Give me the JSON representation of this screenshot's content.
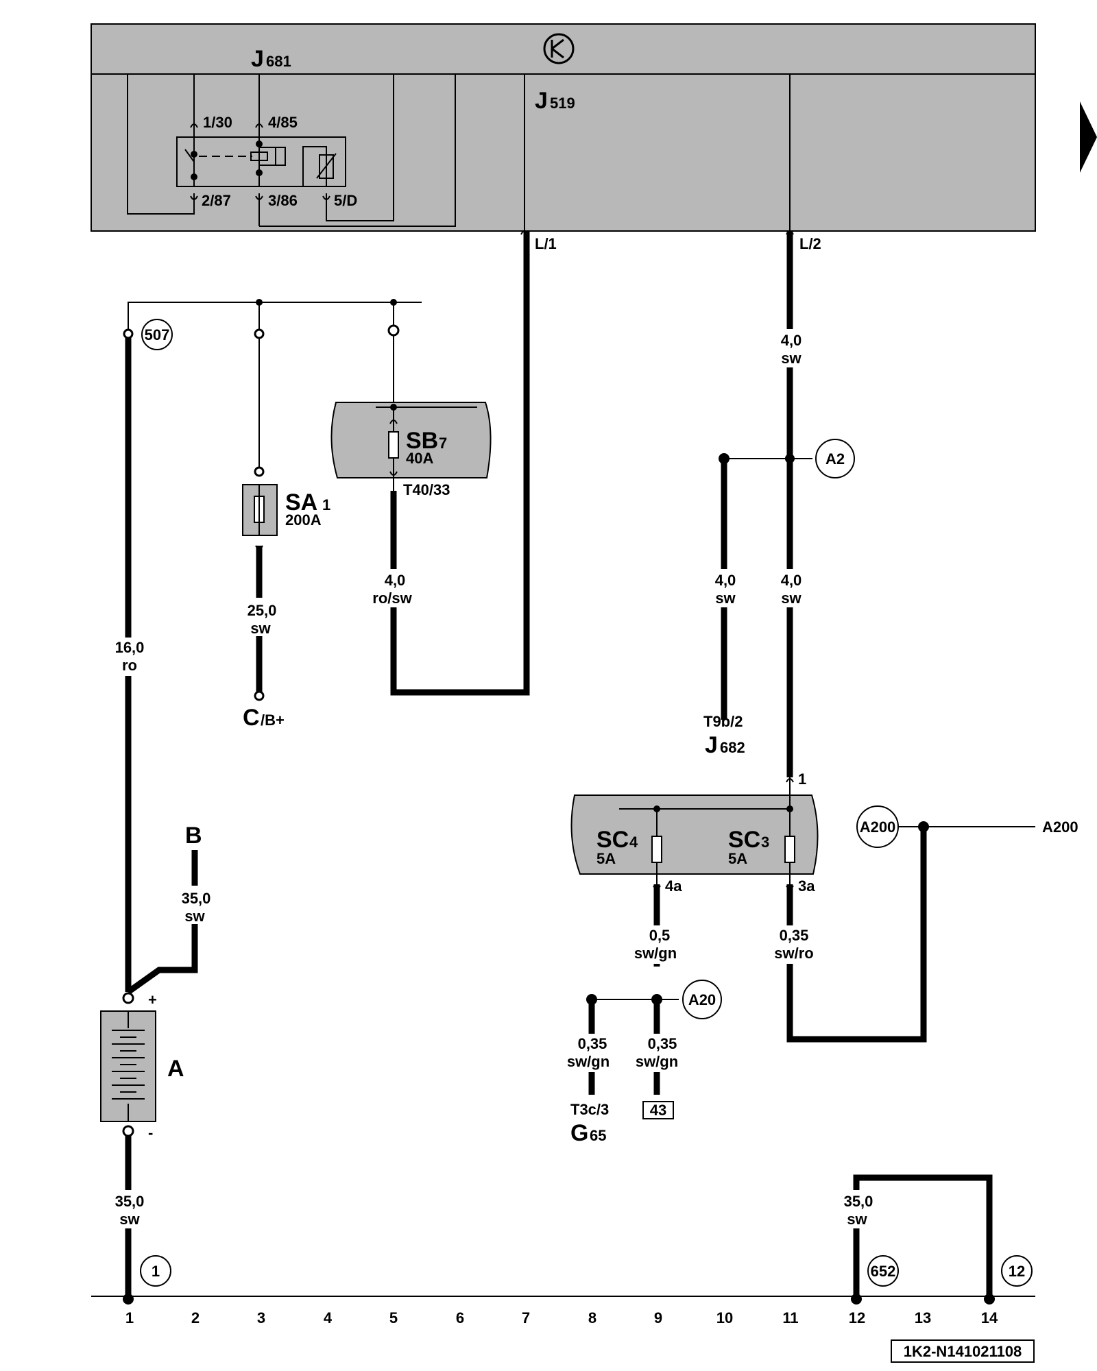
{
  "components": {
    "relay": {
      "name": "J",
      "sub": "681"
    },
    "controller": {
      "name": "J",
      "sub": "519"
    },
    "relay_pins": [
      "1/30",
      "4/85",
      "2/87",
      "3/86",
      "5/D"
    ],
    "controller_pins": [
      "L/1",
      "L/2"
    ],
    "fuse_sb": {
      "name": "SB",
      "sub": "7",
      "rating": "40A",
      "pin": "T40/33"
    },
    "fuse_sa": {
      "name": "SA",
      "sub": "1",
      "rating": "200A"
    },
    "fuse_sc4": {
      "name": "SC",
      "sub": "4",
      "rating": "5A",
      "pin": "4a"
    },
    "fuse_sc3": {
      "name": "SC",
      "sub": "3",
      "rating": "5A",
      "pin": "3a"
    },
    "sc_feed_pin": "1",
    "battery": {
      "name": "A",
      "plus": "+",
      "minus": "-"
    },
    "starter_b": {
      "name": "B"
    },
    "alternator": {
      "name": "C",
      "sub": "/B+"
    },
    "j682": {
      "connector": "T9b/2",
      "name": "J",
      "sub": "682"
    },
    "g65": {
      "connector": "T3c/3",
      "name": "G",
      "sub": "65"
    },
    "box_ref": "43"
  },
  "wires": {
    "w_507": {
      "size": "16,0",
      "color": "ro"
    },
    "w_sa1": {
      "size": "25,0",
      "color": "sw"
    },
    "w_sb7": {
      "size": "4,0",
      "color": "ro/sw"
    },
    "w_l2_top": {
      "size": "4,0",
      "color": "sw"
    },
    "w_l2_mid": {
      "size": "4,0",
      "color": "sw"
    },
    "w_j682": {
      "size": "4,0",
      "color": "sw"
    },
    "w_b": {
      "size": "35,0",
      "color": "sw"
    },
    "w_sc4": {
      "size": "0,5",
      "color": "sw/gn"
    },
    "w_sc3": {
      "size": "0,35",
      "color": "sw/ro"
    },
    "w_g65": {
      "size": "0,35",
      "color": "sw/gn"
    },
    "w_43": {
      "size": "0,35",
      "color": "sw/gn"
    },
    "w_ground1": {
      "size": "35,0",
      "color": "sw"
    },
    "w_ground12": {
      "size": "35,0",
      "color": "sw"
    }
  },
  "connectors": {
    "c507": "507",
    "a2": "A2",
    "a200": "A200",
    "a200_line": "A200",
    "a20": "A20",
    "g1": "1",
    "g652": "652",
    "g12": "12"
  },
  "axis": [
    "1",
    "2",
    "3",
    "4",
    "5",
    "6",
    "7",
    "8",
    "9",
    "10",
    "11",
    "12",
    "13",
    "14"
  ],
  "doc_ref": "1K2-N141021108"
}
